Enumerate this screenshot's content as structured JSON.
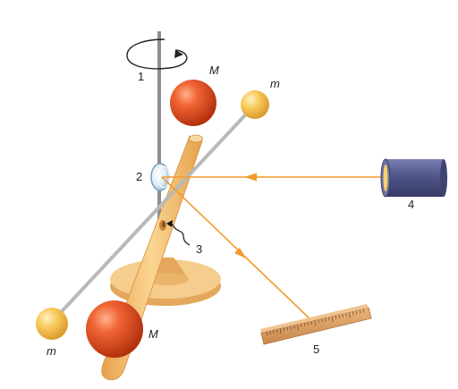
{
  "labels": {
    "fiber": "1",
    "mirror": "2",
    "torsion_wire": "3",
    "light_source": "4",
    "scale": "5",
    "large_mass_top": "M",
    "large_mass_bottom": "M",
    "small_mass_top": "m",
    "small_mass_bottom": "m"
  },
  "colors": {
    "large_mass": "#e24a1f",
    "small_mass": "#f7c24c",
    "support_arm": "#f2b661",
    "base": "#f3c683",
    "light_ray": "#f39a2a",
    "rod": "#b7b7b7",
    "fiber": "#8e8e8e",
    "lamp": "#5a5f90",
    "scale": "#d79a5a"
  },
  "icons": {
    "rotation": "rotation-arrow-icon",
    "beam_arrow": "arrowhead-icon"
  }
}
